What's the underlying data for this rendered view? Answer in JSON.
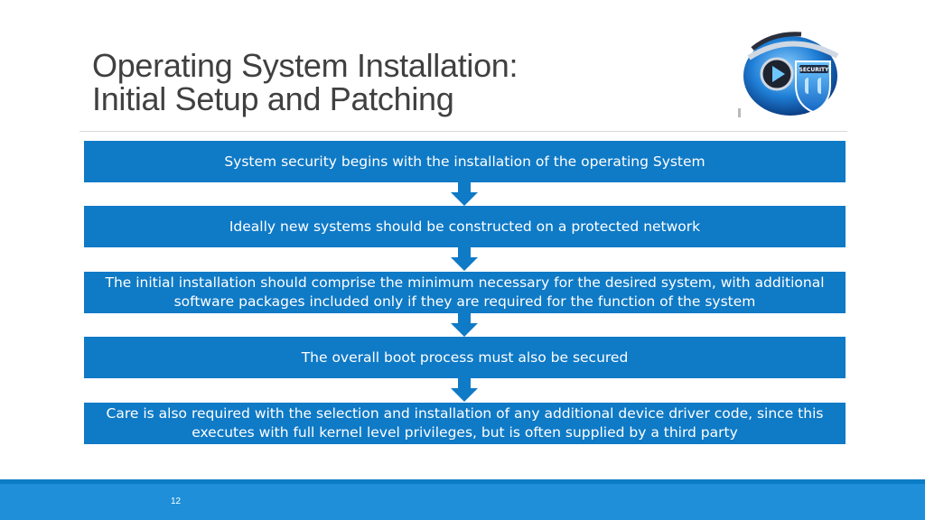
{
  "slide": {
    "title_line1": "Operating System Installation:",
    "title_line2": "Initial Setup and Patching",
    "page_number": "12",
    "logo_text": "SECURITY"
  },
  "colors": {
    "box": "#0f7ac6",
    "title": "#404040",
    "footer": "#1e8fd8"
  },
  "steps": [
    "System security begins with the installation of the operating  System",
    "Ideally new systems should be constructed on a protected network",
    "The initial installation should comprise the minimum necessary for the desired system, with additional software packages included only if they are required for the function of the system",
    "The overall boot process must also be secured",
    "Care is also required with the selection and installation of any additional device driver code, since this executes with full kernel level privileges, but is often supplied by a third party"
  ]
}
